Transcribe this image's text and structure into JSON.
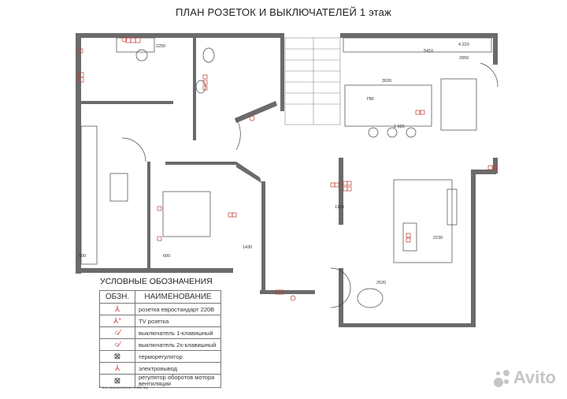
{
  "title": "ПЛАН РОЗЕТОК И ВЫКЛЮЧАТЕЛЕЙ 1 этаж",
  "dimensions": [
    "4 220",
    "5410",
    "2950",
    "3020",
    "1 025",
    "ПМ",
    "1160",
    "1430",
    "2230",
    "2520",
    "500",
    "600",
    "2250"
  ],
  "legend": {
    "title": "УСЛОВНЫЕ ОБОЗНАЧЕНИЯ",
    "col_symbol": "ОБЗН.",
    "col_name": "НАИМЕНОВАНИЕ",
    "items": [
      {
        "icon": "euro-socket-icon",
        "symbol": "⅄",
        "name": "розетка евростандарт 220В"
      },
      {
        "icon": "tv-socket-icon",
        "symbol": "⅄ᐩ",
        "name": "TV розетка"
      },
      {
        "icon": "switch-1-icon",
        "symbol": "○⁄",
        "name": "выключатель 1-клавишный"
      },
      {
        "icon": "switch-2-icon",
        "symbol": "○⁄",
        "name": "выключатель 2х-клавишный"
      },
      {
        "icon": "thermostat-icon",
        "symbol": "⊠",
        "name": "терморегулятор"
      },
      {
        "icon": "electrical-outlet-icon",
        "symbol": "⅄",
        "name": "электровывод"
      },
      {
        "icon": "fan-regulator-icon",
        "symbol": "⊠",
        "name": "регулятор оборотов мотора вентиляции"
      }
    ],
    "note": "* все выключатели Н=900 мм"
  },
  "watermark": "Avito",
  "colors": {
    "wall": "#6b6b6b",
    "symbol": "#c0392b",
    "line": "#333333"
  }
}
